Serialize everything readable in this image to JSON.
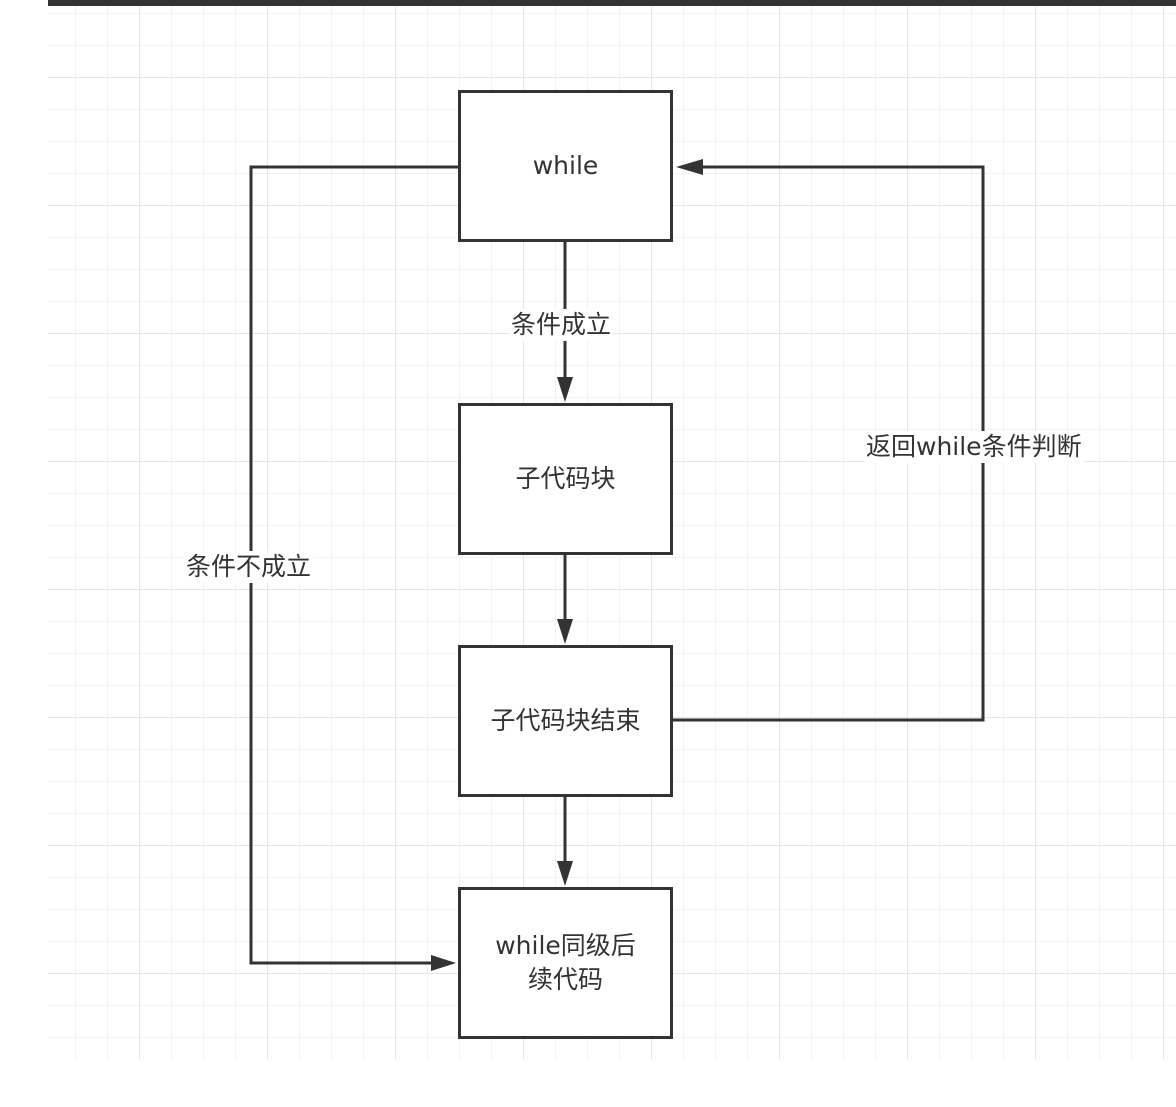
{
  "nodes": {
    "while": "while",
    "sub_block": "子代码块",
    "sub_block_end": "子代码块结束",
    "after_line1": "while同级后",
    "after_line2": "续代码"
  },
  "edges": {
    "condition_true": "条件成立",
    "condition_false": "条件不成立",
    "back_to_check": "返回while条件判断"
  },
  "colors": {
    "stroke": "#333333",
    "grid_major": "#e6e6e6",
    "grid_minor": "#f2f2f2"
  }
}
